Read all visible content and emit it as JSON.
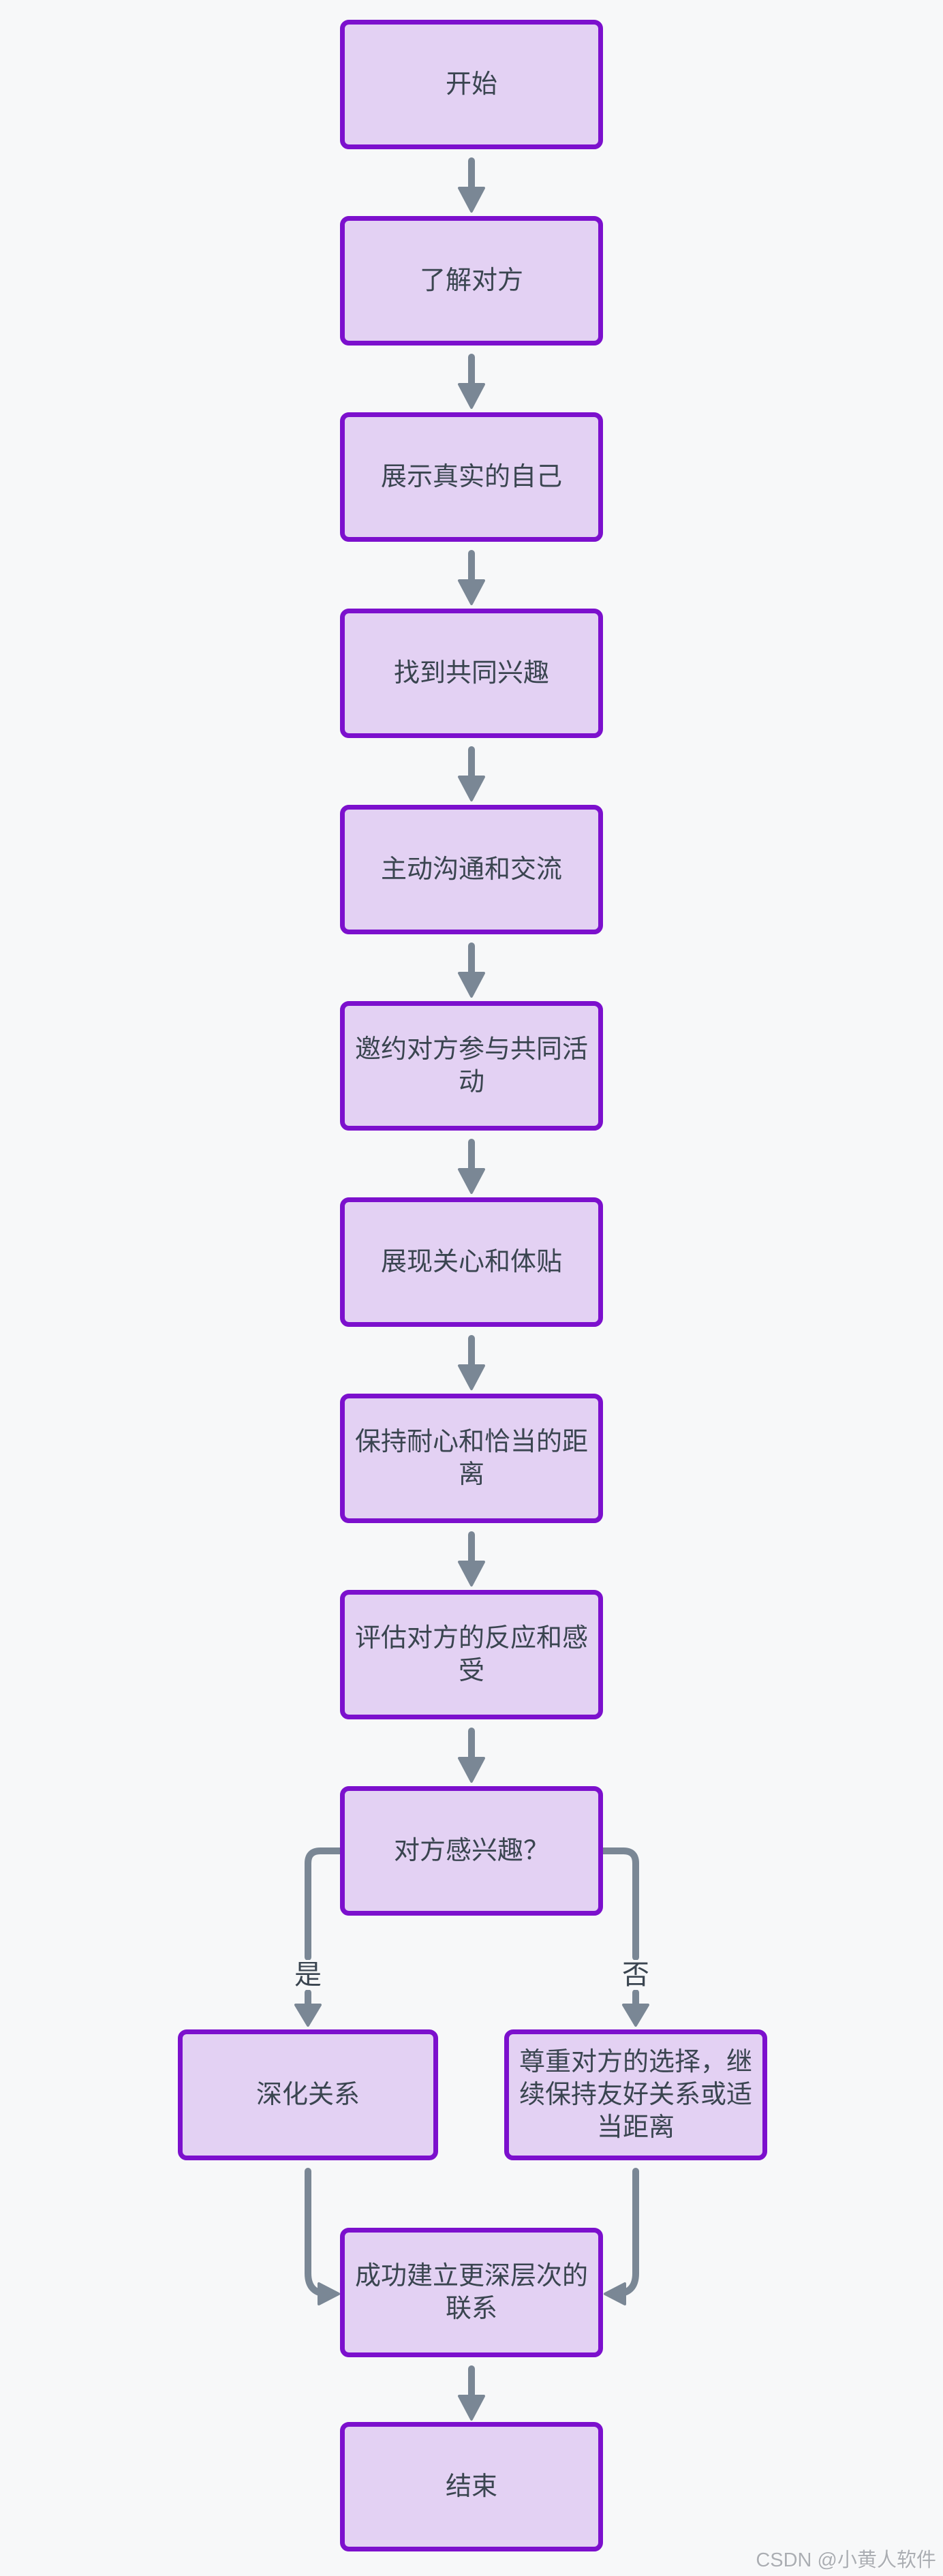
{
  "diagram": {
    "title_hint": "flowchart",
    "colors": {
      "background": "#f7f8f9",
      "node_fill": "#e3d1f3",
      "node_border": "#7c10cd",
      "node_text": "#3a4550",
      "edge": "#7a8795"
    },
    "nodes": [
      {
        "id": "start",
        "label": "开始"
      },
      {
        "id": "understand",
        "label": "了解对方"
      },
      {
        "id": "true-self",
        "label": "展示真实的自己"
      },
      {
        "id": "common-interest",
        "label": "找到共同兴趣"
      },
      {
        "id": "communicate",
        "label": "主动沟通和交流"
      },
      {
        "id": "invite",
        "label": "邀约对方参与共同活动"
      },
      {
        "id": "care",
        "label": "展现关心和体贴"
      },
      {
        "id": "patience",
        "label": "保持耐心和恰当的距离"
      },
      {
        "id": "evaluate",
        "label": "评估对方的反应和感受"
      },
      {
        "id": "decision",
        "label": "对方感兴趣？"
      },
      {
        "id": "deepen",
        "label": "深化关系"
      },
      {
        "id": "respect",
        "label": "尊重对方的选择，继续保持友好关系或适当距离"
      },
      {
        "id": "connection",
        "label": "成功建立更深层次的联系"
      },
      {
        "id": "end",
        "label": "结束"
      }
    ],
    "edge_labels": {
      "yes": "是",
      "no": "否"
    }
  },
  "watermark": {
    "text": "CSDN @小黄人软件"
  }
}
